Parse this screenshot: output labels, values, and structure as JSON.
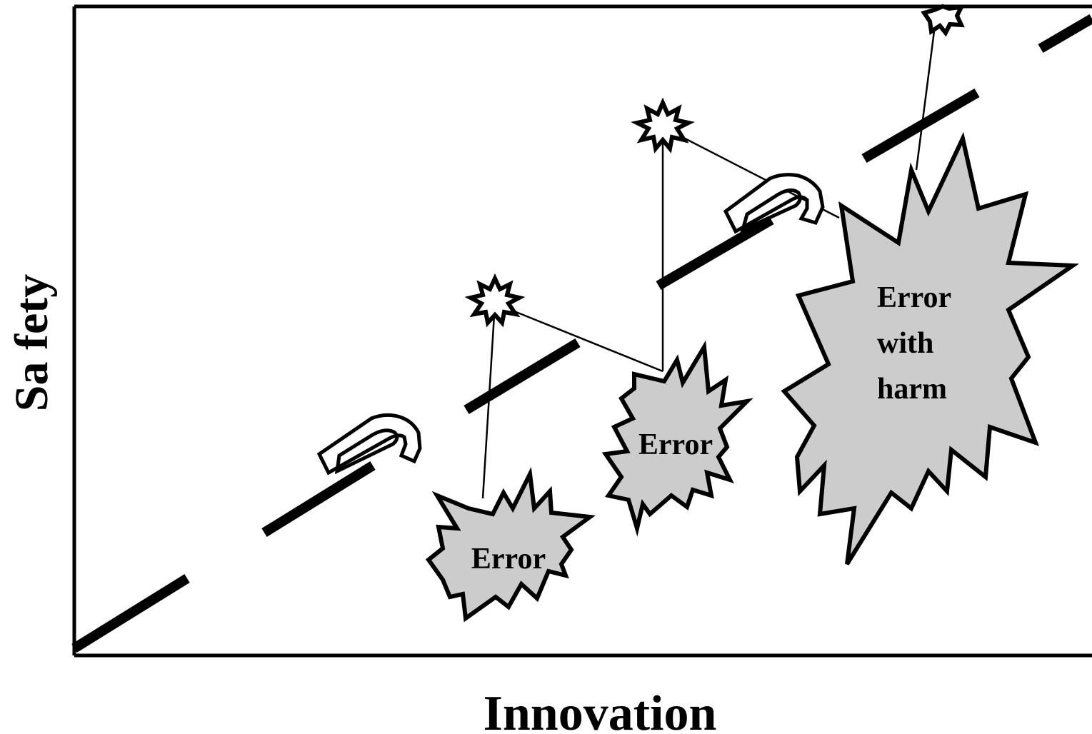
{
  "diagram": {
    "x_axis_label": "Innovation",
    "y_axis_label": "Sa fety",
    "small_error_label_1": "Error",
    "small_error_label_2": "Error",
    "harm_label_lines": [
      "Error",
      "with",
      "harm"
    ]
  }
}
